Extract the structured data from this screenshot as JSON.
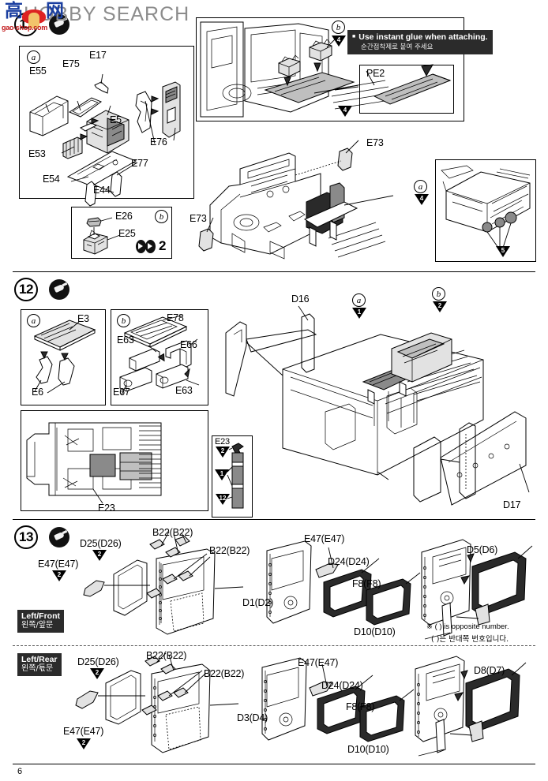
{
  "page": {
    "number": "6",
    "watermark": {
      "brand": "HOBBY SEARCH",
      "cjk_1": "高",
      "cjk_2": "网",
      "url": "gao-shop.com"
    }
  },
  "steps": [
    {
      "id": "step-11",
      "number": "11",
      "glue_icon": "glue-tube-icon",
      "subassembly_a": {
        "mark": "a",
        "parts": [
          "E55",
          "E75",
          "E17",
          "E5",
          "E76",
          "E53",
          "E54",
          "E77",
          "E44"
        ]
      },
      "subassembly_b": {
        "mark": "b",
        "parts": [
          "E26",
          "E25"
        ],
        "quantity": "2"
      },
      "main_parts": [
        "E73",
        "E73"
      ],
      "main_marks": [
        "a",
        "b"
      ],
      "photoetch": {
        "label": "PE2"
      },
      "glue_note": {
        "en": "Use instant glue when attaching.",
        "kr": "순간접착제로 붙여 주세요"
      },
      "triangles": [
        "4",
        "4",
        "5"
      ]
    },
    {
      "id": "step-12",
      "number": "12",
      "glue_icon": "glue-tube-icon",
      "subassembly_a": {
        "mark": "a",
        "parts": [
          "E3",
          "E6"
        ]
      },
      "subassembly_b": {
        "mark": "b",
        "parts": [
          "E78",
          "E63",
          "E66",
          "E67",
          "E63"
        ]
      },
      "main_parts": [
        "D16",
        "D17",
        "E23"
      ],
      "main_marks": [
        "a",
        "b"
      ],
      "detail_box": {
        "label": "E23",
        "triangles": [
          "2",
          "1",
          "12"
        ]
      },
      "triangles": [
        "1",
        "2"
      ]
    },
    {
      "id": "step-13",
      "number": "13",
      "glue_icon": "glue-tube-icon",
      "rows": [
        {
          "tag_en": "Left/Front",
          "tag_kr": "왼쪽/앞문",
          "parts": [
            "D25(D26)",
            "E47(E47)",
            "B22(B22)",
            "B22(B22)",
            "D1(D2)",
            "E47(E47)",
            "D24(D24)",
            "F8(F8)",
            "D10(D10)",
            "D5(D6)"
          ],
          "triangles": [
            "2",
            "2"
          ]
        },
        {
          "tag_en": "Left/Rear",
          "tag_kr": "왼쪽/됷문",
          "parts": [
            "D25(D26)",
            "E47(E47)",
            "B22(B22)",
            "B22(B22)",
            "D3(D4)",
            "E47(E47)",
            "D24(D24)",
            "F8(F8)",
            "D10(D10)",
            "D8(D7)"
          ],
          "triangles": [
            "2",
            "2"
          ]
        }
      ],
      "opposite_note": {
        "en": "※ ( ) is opposite number.",
        "kr": "( )는 반대쪽 번호입니다."
      }
    }
  ]
}
